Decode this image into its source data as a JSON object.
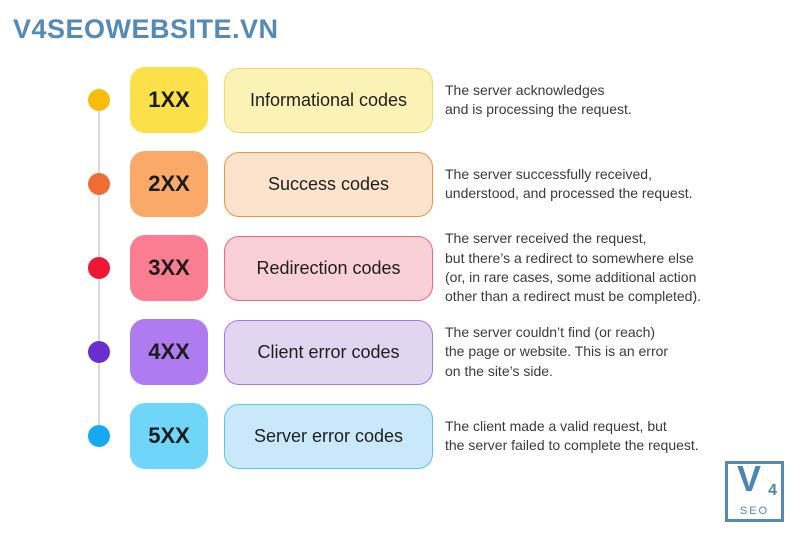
{
  "page": {
    "title": "V4SEOWEBSITE.VN",
    "title_color": "#5589b6",
    "background": "#ffffff",
    "timeline_color": "#d9d9d9"
  },
  "logo": {
    "letter_v": "V",
    "number_4": "4",
    "seo_text": "SEO",
    "color": "#5589b6"
  },
  "rows": [
    {
      "code": "1XX",
      "category": "Informational codes",
      "description": "The server acknowledges\nand is processing the request.",
      "dot_color": "#f7bd0a",
      "badge_color": "#fce04a",
      "box_fill": "#fbf2b5",
      "box_border": "#efd968"
    },
    {
      "code": "2XX",
      "category": "Success codes",
      "description": "The server successfully received,\nunderstood, and processed the request.",
      "dot_color": "#f26b33",
      "badge_color": "#faa968",
      "box_fill": "#fce3cb",
      "box_border": "#f39147"
    },
    {
      "code": "3XX",
      "category": "Redirection codes",
      "description": "The server received the request,\nbut there’s a redirect to somewhere else\n(or, in rare cases, some additional action\nother than a redirect must be completed).",
      "dot_color": "#ef1733",
      "badge_color": "#fb7d92",
      "box_fill": "#f9cfd8",
      "box_border": "#f3677f"
    },
    {
      "code": "4XX",
      "category": "Client error codes",
      "description": "The server couldn’t find (or reach)\nthe page or website. This is an error\non the site’s side.",
      "dot_color": "#6a2ecc",
      "badge_color": "#ae7bf1",
      "box_fill": "#e1d5f0",
      "box_border": "#a875ec"
    },
    {
      "code": "5XX",
      "category": "Server error codes",
      "description": "The client made a valid request, but\nthe server failed to complete the request.",
      "dot_color": "#14a9f0",
      "badge_color": "#6fd6fa",
      "box_fill": "#c9e9fb",
      "box_border": "#5ac4f1"
    }
  ]
}
